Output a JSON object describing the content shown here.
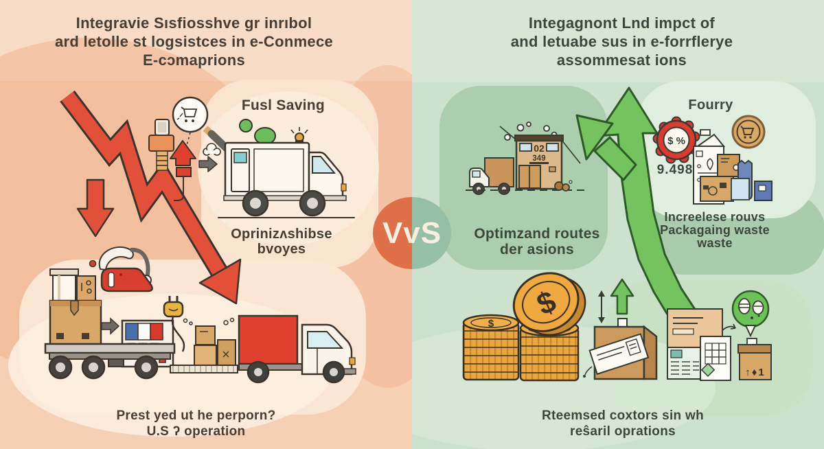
{
  "meta": {
    "kind": "comparison-infographic"
  },
  "palette": {
    "left_bg": "#f6d0b5",
    "left_blob_dark": "#f1b28c",
    "left_blob_light": "#fae5d0",
    "right_bg": "#cde2cd",
    "right_blob_dark": "#abceae",
    "right_blob_light": "#dfeede",
    "vs_left_half": "#df7048",
    "vs_right_half": "#95c0a5",
    "accent_red": "#e2503a",
    "accent_green": "#74c35f",
    "coin_gold": "#eaa73e",
    "box_brown": "#d8a868",
    "text_left": "#473d33",
    "text_right": "#3c473c"
  },
  "vs": {
    "label": "VvS"
  },
  "left": {
    "title": [
      "Integravie Sısfiosshve gr inrıbol",
      "ard letolle st logsistces in e-Conmece",
      "E-cɔmaprions"
    ],
    "fuel_saving_label": "Fusl Saving",
    "mid_label": [
      "Oprinizʌshibse",
      "bvoyes"
    ],
    "caption": [
      "Prest yed ut he perporn?",
      "U.S ʔ operation"
    ],
    "icons": [
      "decline-zigzag-arrow",
      "down-arrow",
      "magnifier-cart",
      "mallet-sign",
      "house-up-arrow",
      "cloud",
      "right-arrow",
      "delivery-van",
      "fuel-pump",
      "cardboard-boxes",
      "flatbed-truck",
      "power-plug",
      "pallet-boxes",
      "conveyor",
      "red-box-truck"
    ]
  },
  "right": {
    "title": [
      "Integagnont Lnd impct of",
      "and letuabe sus in e-forrflerye",
      "assommesat ions"
    ],
    "foundry_label": "Fourry",
    "gear_label": "$ %",
    "price_label": "9.498",
    "building_numbers": [
      "02",
      "349"
    ],
    "routes_label": [
      "Optimzand routes",
      "der asions"
    ],
    "waste_label": [
      "Increelese rouvs",
      "Packagaing waste",
      "waste"
    ],
    "box_marks": "↑♦1",
    "caption": [
      "Rteemsed coxtors sin wh",
      "reŝaril oprations"
    ],
    "icons": [
      "growth-curved-arrow",
      "branch-arrow",
      "warehouse-truck",
      "warehouse-building",
      "discount-gear",
      "cart-medallion",
      "milk-carton-package",
      "parcel-boxes",
      "coin-stacks",
      "dollar-coin",
      "paper-bag-package",
      "up-arrow",
      "double-arrow",
      "invoice-card",
      "spreadsheet",
      "location-balloon",
      "marked-box"
    ]
  }
}
